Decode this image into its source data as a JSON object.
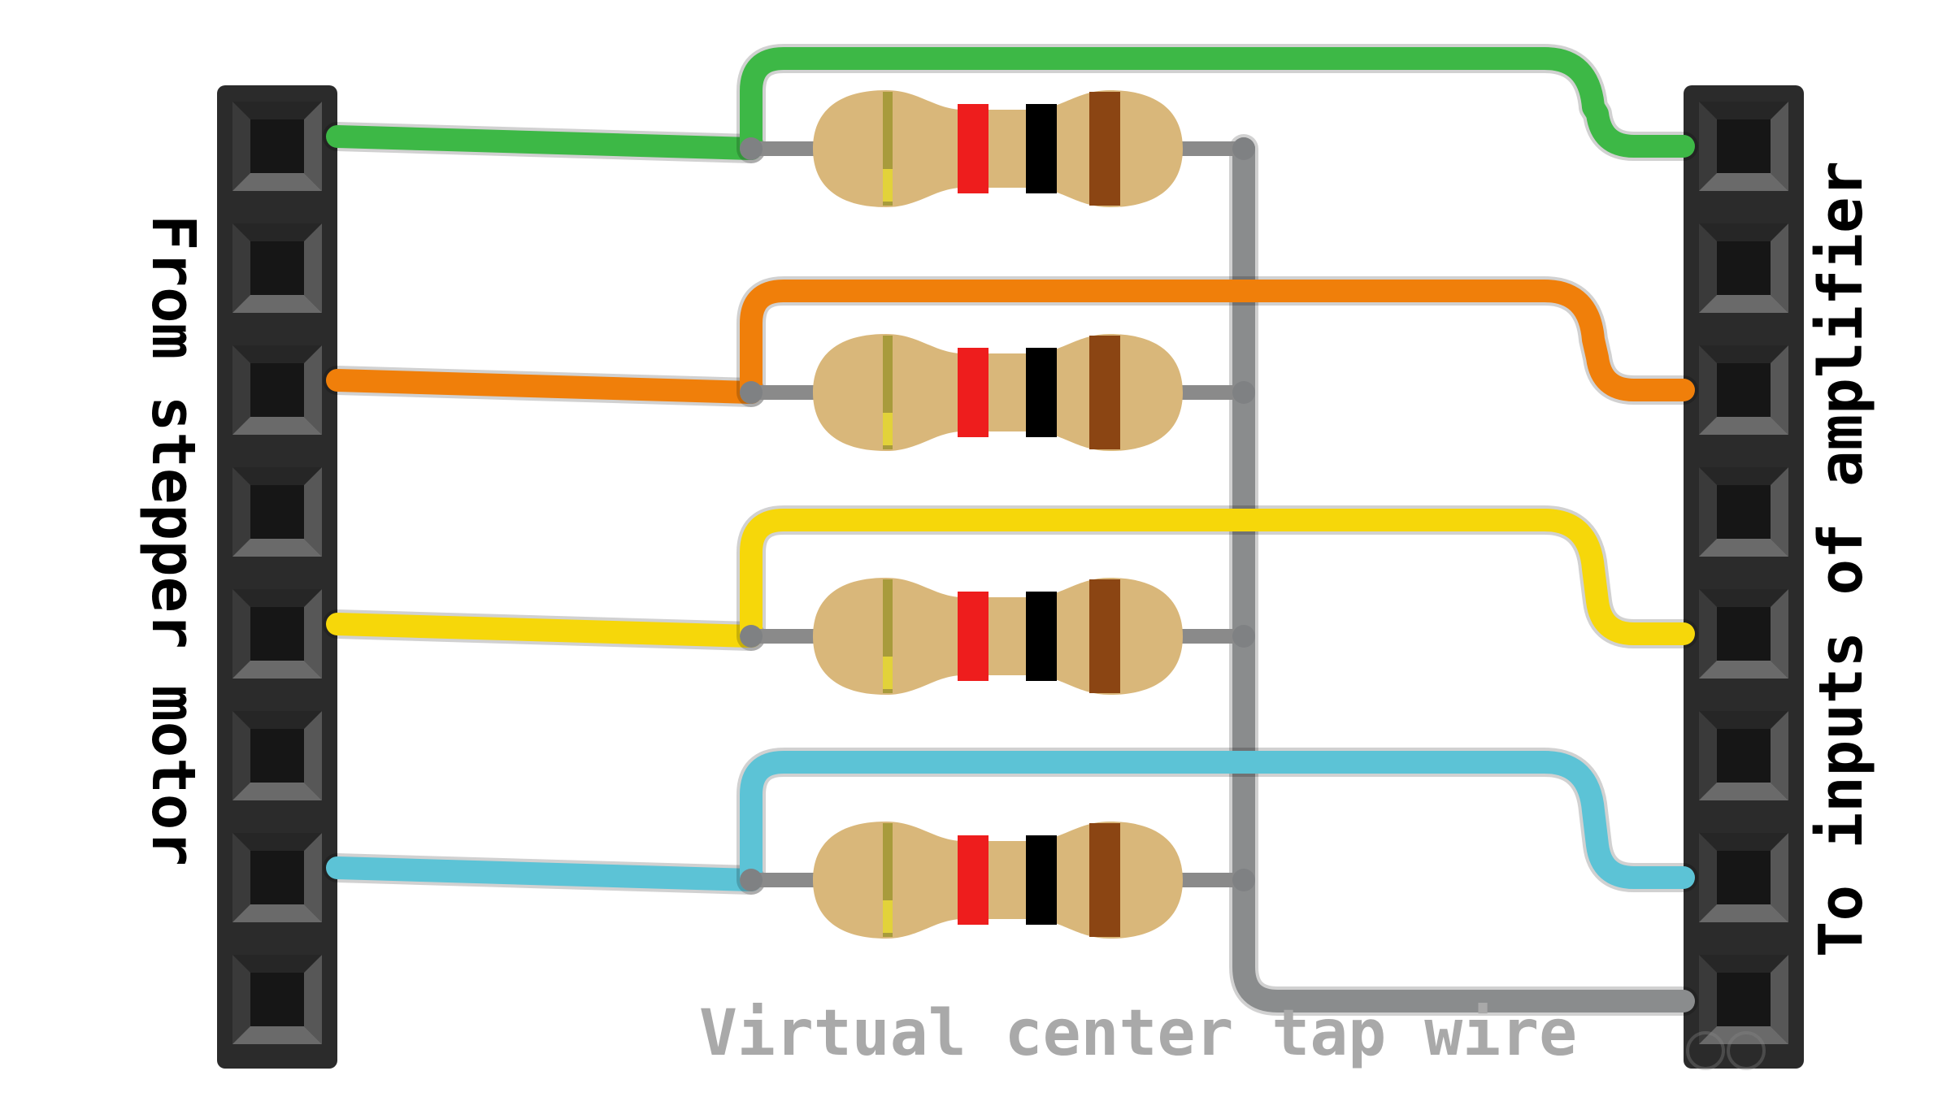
{
  "labels": {
    "left": "From stepper motor",
    "right": "To inputs of amplifier",
    "bottom": "Virtual center tap wire"
  },
  "headers": {
    "left_pins": 8,
    "right_pins": 8
  },
  "resistors": [
    {
      "bands": [
        "red",
        "black",
        "brown"
      ],
      "tolerance": "gold"
    },
    {
      "bands": [
        "red",
        "black",
        "brown"
      ],
      "tolerance": "gold"
    },
    {
      "bands": [
        "red",
        "black",
        "brown"
      ],
      "tolerance": "gold"
    },
    {
      "bands": [
        "red",
        "black",
        "brown"
      ],
      "tolerance": "gold"
    }
  ],
  "wires": [
    {
      "name": "green",
      "color": "#3db846"
    },
    {
      "name": "orange",
      "color": "#f07f0a"
    },
    {
      "name": "yellow",
      "color": "#f6d70a"
    },
    {
      "name": "cyan",
      "color": "#5cc3d6"
    }
  ],
  "colors": {
    "header": "#2b2b2b",
    "lead": "#8a8a8a",
    "resistor_body": "#d9b77a",
    "band_red": "#ee1d1d",
    "band_black": "#000000",
    "band_brown": "#8b4513",
    "tap_wire": "#8a8c8d",
    "faint_text": "#a9a9a9"
  }
}
